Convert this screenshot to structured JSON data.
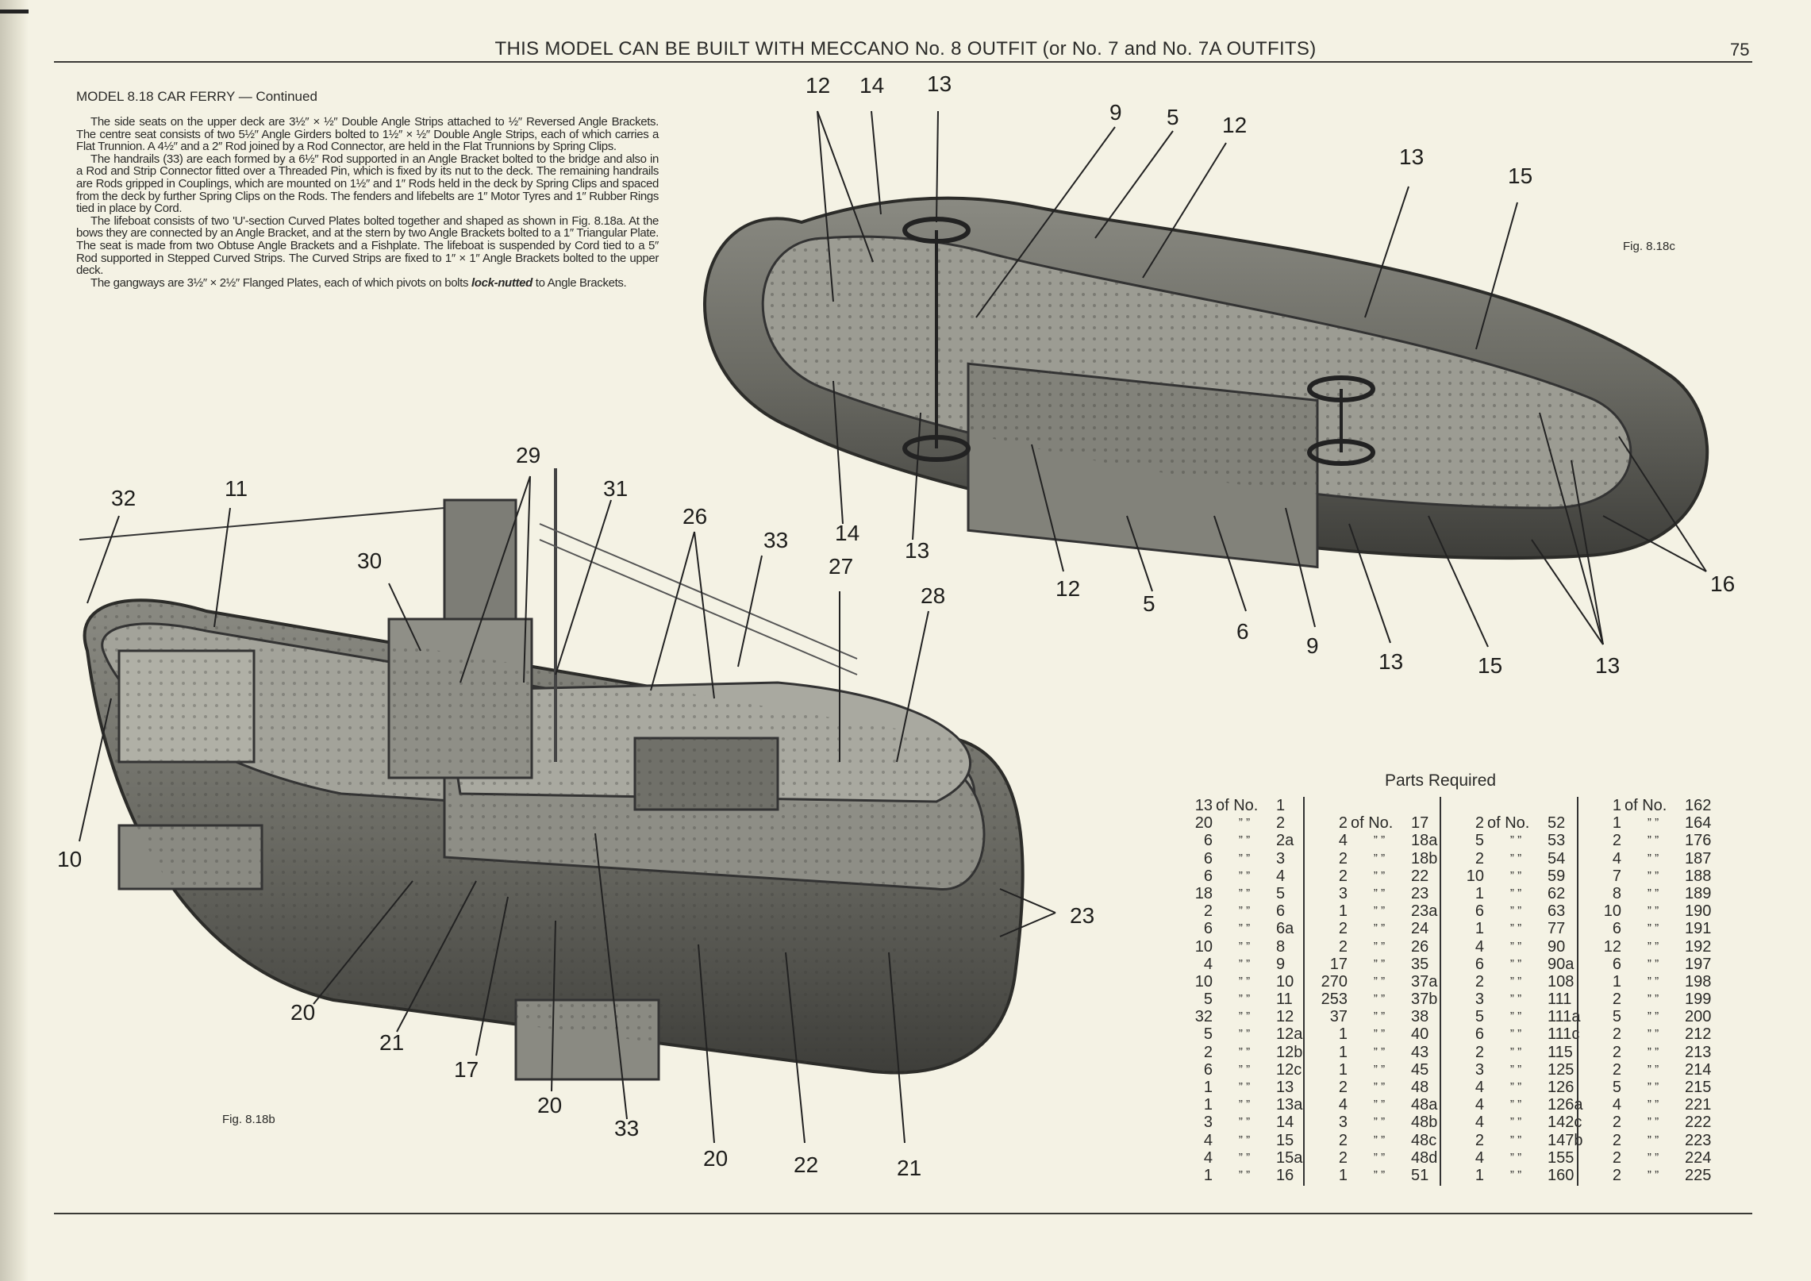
{
  "header": {
    "title": "THIS MODEL CAN BE BUILT WITH MECCANO No. 8 OUTFIT (or No. 7 and No. 7A OUTFITS)",
    "page_number": "75"
  },
  "model_title": "MODEL 8.18  CAR FERRY — Continued",
  "paragraphs": [
    "The side seats on the upper deck are 3½″ × ½″ Double Angle Strips attached to ½″ Reversed Angle Brackets. The centre seat consists of two 5½″ Angle Girders bolted to 1½″ × ½″ Double Angle Strips, each of which carries a Flat Trunnion. A 4½″ and a 2″ Rod joined by a Rod Connector, are held in the Flat Trunnions by Spring Clips.",
    "The handrails (33) are each formed by a 6½″ Rod supported in an Angle Bracket bolted to the bridge and also in a Rod and Strip Connector fitted over a Threaded Pin, which is fixed by its nut to the deck. The remaining handrails are Rods gripped in Couplings, which are mounted on 1½″ and 1″ Rods held in the deck by Spring Clips and spaced from the deck by further Spring Clips on the Rods. The fenders and lifebelts are 1″ Motor Tyres and 1″ Rubber Rings tied in place by Cord.",
    "The lifeboat consists of two 'U'-section Curved Plates bolted together and shaped as shown in Fig. 8.18a.  At the bows they are connected by an Angle Bracket, and at the stern by two Angle Brackets bolted to a 1″ Triangular Plate. The seat is made from two Obtuse Angle Brackets and a Fishplate. The lifeboat is suspended by Cord tied to a 5″ Rod supported in Stepped Curved Strips. The Curved Strips are fixed to 1″ × 1″ Angle Brackets bolted to the upper deck."
  ],
  "last_paragraph": {
    "text": "The gangways are 3½″ × 2½″ Flanged Plates, each of which pivots on bolts ",
    "emphasis": "lock-nutted",
    "tail": " to Angle Brackets."
  },
  "figures": {
    "top": {
      "caption": "Fig. 8.18c",
      "callouts": [
        "12",
        "14",
        "13",
        "9",
        "5",
        "12",
        "13",
        "15",
        "14",
        "13",
        "12",
        "5",
        "6",
        "9",
        "13",
        "15",
        "13",
        "16"
      ]
    },
    "bottom": {
      "caption": "Fig. 8.18b",
      "callouts": [
        "32",
        "11",
        "29",
        "31",
        "26",
        "33",
        "27",
        "28",
        "30",
        "10",
        "23",
        "20",
        "21",
        "17",
        "20",
        "33",
        "20",
        "22",
        "21"
      ]
    }
  },
  "parts": {
    "title": "Parts Required",
    "of_no": "of No.",
    "ditto": "”   ”",
    "columns": [
      [
        [
          "13",
          "1"
        ],
        [
          "20",
          "2"
        ],
        [
          "6",
          "2a"
        ],
        [
          "6",
          "3"
        ],
        [
          "6",
          "4"
        ],
        [
          "18",
          "5"
        ],
        [
          "2",
          "6"
        ],
        [
          "6",
          "6a"
        ],
        [
          "10",
          "8"
        ],
        [
          "4",
          "9"
        ],
        [
          "10",
          "10"
        ],
        [
          "5",
          "11"
        ],
        [
          "32",
          "12"
        ],
        [
          "5",
          "12a"
        ],
        [
          "2",
          "12b"
        ],
        [
          "6",
          "12c"
        ],
        [
          "1",
          "13"
        ],
        [
          "1",
          "13a"
        ],
        [
          "3",
          "14"
        ],
        [
          "4",
          "15"
        ],
        [
          "4",
          "15a"
        ],
        [
          "1",
          "16"
        ]
      ],
      [
        [
          "2",
          "17"
        ],
        [
          "4",
          "18a"
        ],
        [
          "2",
          "18b"
        ],
        [
          "2",
          "22"
        ],
        [
          "3",
          "23"
        ],
        [
          "1",
          "23a"
        ],
        [
          "2",
          "24"
        ],
        [
          "2",
          "26"
        ],
        [
          "17",
          "35"
        ],
        [
          "270",
          "37a"
        ],
        [
          "253",
          "37b"
        ],
        [
          "37",
          "38"
        ],
        [
          "1",
          "40"
        ],
        [
          "1",
          "43"
        ],
        [
          "1",
          "45"
        ],
        [
          "2",
          "48"
        ],
        [
          "4",
          "48a"
        ],
        [
          "3",
          "48b"
        ],
        [
          "2",
          "48c"
        ],
        [
          "2",
          "48d"
        ],
        [
          "1",
          "51"
        ]
      ],
      [
        [
          "2",
          "52"
        ],
        [
          "5",
          "53"
        ],
        [
          "2",
          "54"
        ],
        [
          "10",
          "59"
        ],
        [
          "1",
          "62"
        ],
        [
          "6",
          "63"
        ],
        [
          "1",
          "77"
        ],
        [
          "4",
          "90"
        ],
        [
          "6",
          "90a"
        ],
        [
          "2",
          "108"
        ],
        [
          "3",
          "111"
        ],
        [
          "5",
          "111a"
        ],
        [
          "6",
          "111c"
        ],
        [
          "2",
          "115"
        ],
        [
          "3",
          "125"
        ],
        [
          "4",
          "126"
        ],
        [
          "4",
          "126a"
        ],
        [
          "4",
          "142c"
        ],
        [
          "2",
          "147b"
        ],
        [
          "4",
          "155"
        ],
        [
          "1",
          "160"
        ]
      ],
      [
        [
          "1",
          "162"
        ],
        [
          "1",
          "164"
        ],
        [
          "2",
          "176"
        ],
        [
          "4",
          "187"
        ],
        [
          "7",
          "188"
        ],
        [
          "8",
          "189"
        ],
        [
          "10",
          "190"
        ],
        [
          "6",
          "191"
        ],
        [
          "12",
          "192"
        ],
        [
          "6",
          "197"
        ],
        [
          "1",
          "198"
        ],
        [
          "2",
          "199"
        ],
        [
          "5",
          "200"
        ],
        [
          "2",
          "212"
        ],
        [
          "2",
          "213"
        ],
        [
          "2",
          "214"
        ],
        [
          "5",
          "215"
        ],
        [
          "4",
          "221"
        ],
        [
          "2",
          "222"
        ],
        [
          "2",
          "223"
        ],
        [
          "2",
          "224"
        ],
        [
          "2",
          "225"
        ]
      ]
    ]
  }
}
